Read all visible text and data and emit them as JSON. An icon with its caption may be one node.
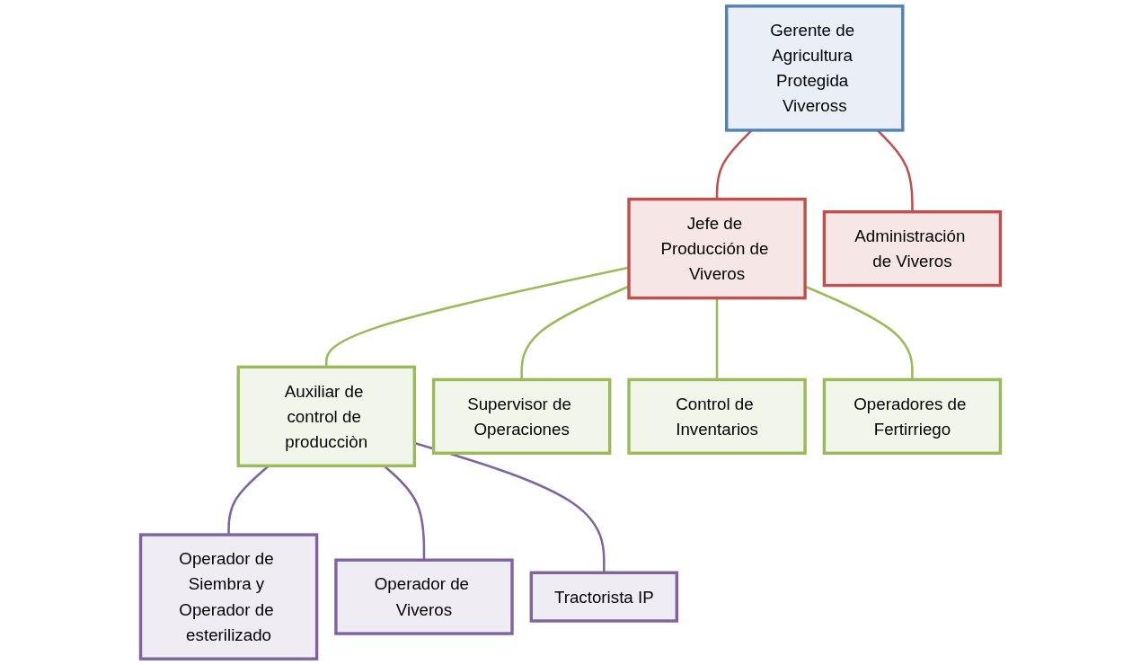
{
  "diagram": {
    "nodes": [
      {
        "text": [
          "Gerente de Agricultura Protegida Viveross"
        ]
      },
      {
        "text": [
          "Jefe de Producción de Viveros"
        ]
      },
      {
        "text": [
          "Administración de Viveros"
        ]
      },
      {
        "text": [
          "Auxiliar de control de producciòn"
        ]
      },
      {
        "text": [
          "Supervisor de Operaciones"
        ]
      },
      {
        "text": [
          "Control de Inventarios"
        ]
      },
      {
        "text": [
          "Operadores de Fertirriego"
        ]
      },
      {
        "text": [
          "Operador de Siembra y Operador de esterilizado"
        ]
      },
      {
        "text": [
          "Operador de Viveros"
        ]
      },
      {
        "text": [
          "Tractorista IP"
        ]
      }
    ],
    "edges": [
      {
        "from": 0,
        "to": 1,
        "arrow": "none",
        "color": "#c0504d"
      },
      {
        "from": 0,
        "to": 2,
        "arrow": "none",
        "color": "#c0504d"
      },
      {
        "from": 1,
        "to": 3,
        "arrow": "none"
      },
      {
        "from": 1,
        "to": 4,
        "arrow": "none"
      },
      {
        "from": 1,
        "to": 5,
        "arrow": "none"
      },
      {
        "from": 1,
        "to": 6,
        "arrow": "none"
      },
      {
        "from": 3,
        "to": 7,
        "arrow": "none",
        "color": "#8064a2"
      },
      {
        "from": 3,
        "to": 8,
        "arrow": "none",
        "color": "#8064a2"
      },
      {
        "from": 3,
        "to": 9,
        "arrow": "none",
        "color": "#8064a2"
      }
    ]
  }
}
